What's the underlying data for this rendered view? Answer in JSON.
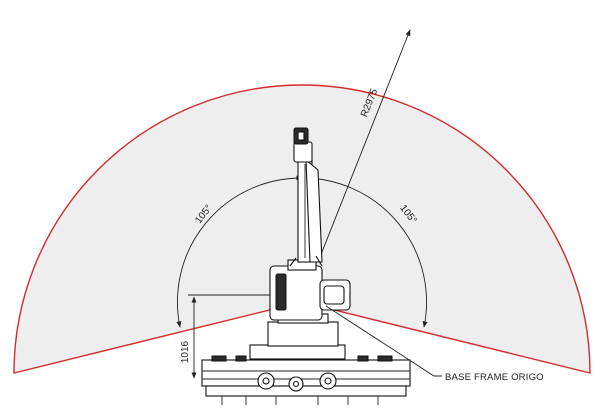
{
  "dimensions": {
    "reach_radius": "R2975",
    "left_angle": "105°",
    "right_angle": "105°",
    "origin_height": "1016"
  },
  "callouts": {
    "origin": "BASE FRAME ORIGO"
  },
  "colors": {
    "envelope_stroke": "#d42a2a",
    "envelope_fill": "#eeeeee",
    "line": "#222222"
  }
}
